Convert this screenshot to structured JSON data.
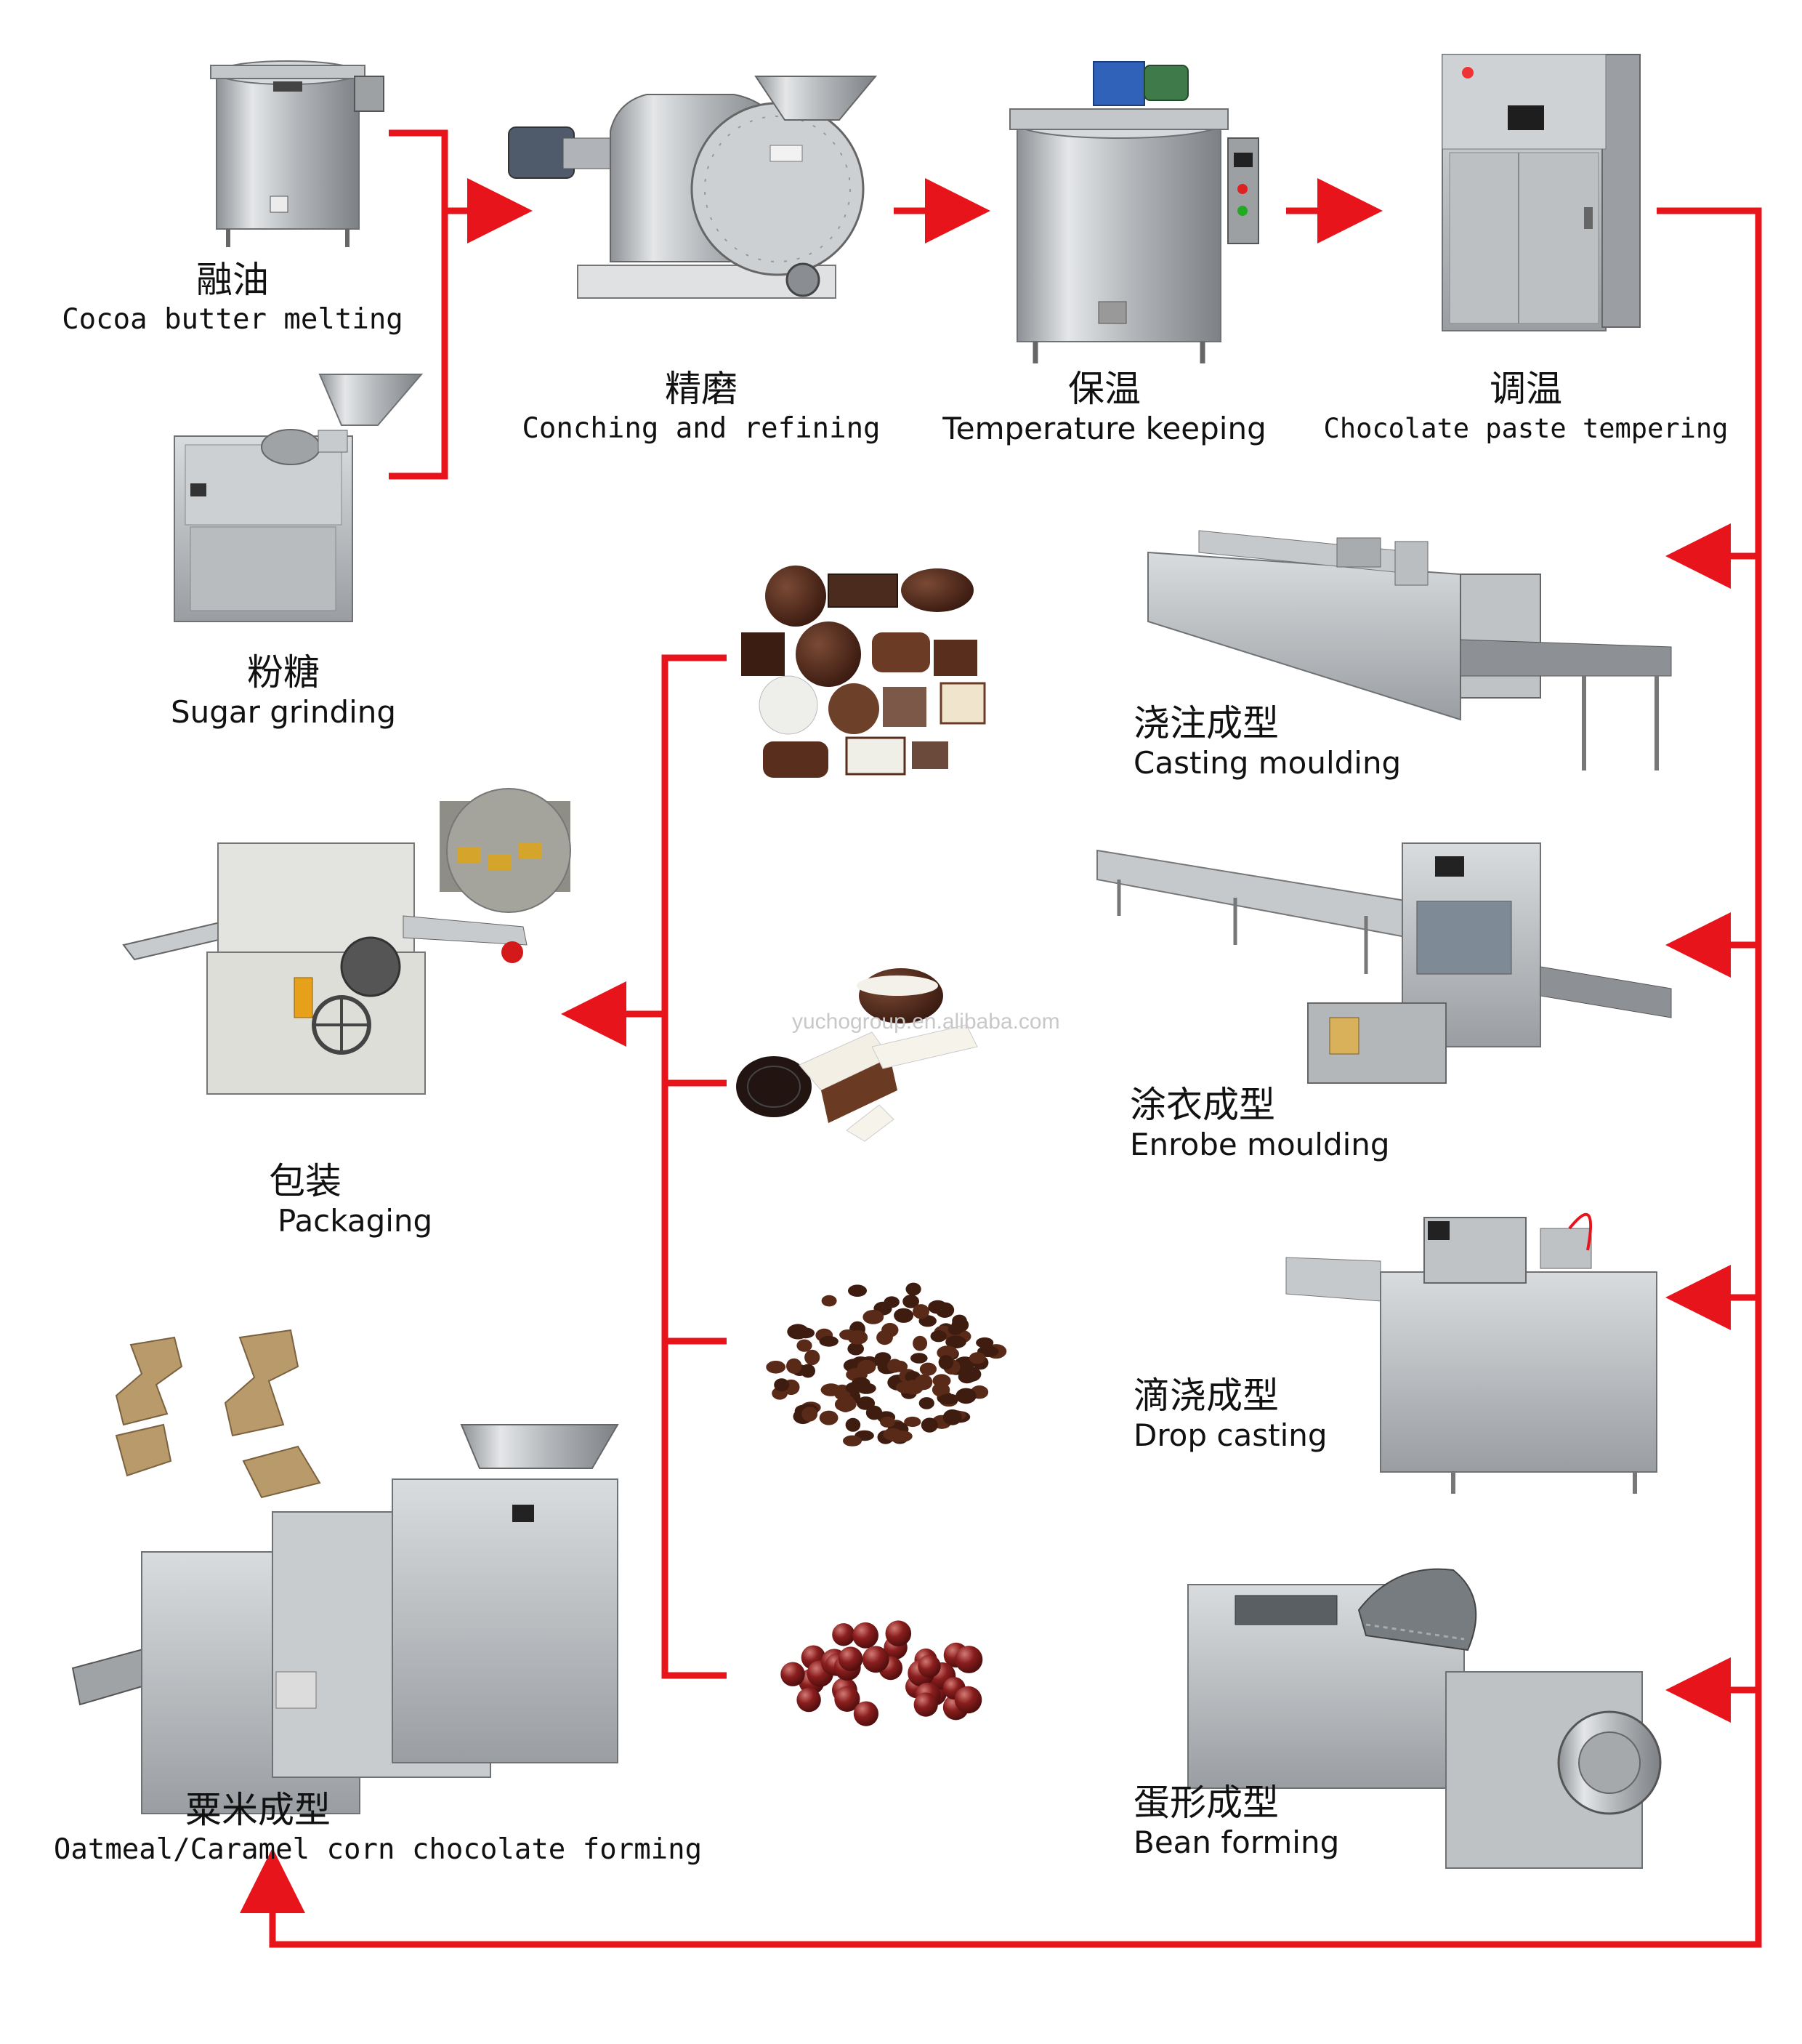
{
  "colors": {
    "arrow": "#e8141c",
    "steel": "#b9bcbf",
    "steel_dark": "#7c8084",
    "chocolate": "#4a2418",
    "bean": "#8a1e1e",
    "oat": "#b99a6a"
  },
  "watermark": "yuchogroup.en.alibaba.com",
  "steps": {
    "melting": {
      "zh": "融油",
      "en": "Cocoa butter melting"
    },
    "sugar": {
      "zh": "粉糖",
      "en": "Sugar grinding"
    },
    "conching": {
      "zh": "精磨",
      "en": "Conching and refining"
    },
    "keeping": {
      "zh": "保温",
      "en": "Temperature keeping"
    },
    "tempering": {
      "zh": "调温",
      "en": "Chocolate paste tempering"
    },
    "casting": {
      "zh": "浇注成型",
      "en": "Casting moulding"
    },
    "enrobe": {
      "zh": "涂衣成型",
      "en": "Enrobe moulding"
    },
    "drop": {
      "zh": "滴浇成型",
      "en": "Drop casting"
    },
    "bean": {
      "zh": "蛋形成型",
      "en": "Bean forming"
    },
    "packaging": {
      "zh": "包装",
      "en": "Packaging"
    },
    "oatmeal": {
      "zh": "粟米成型",
      "en": "Oatmeal/Caramel corn chocolate forming"
    }
  },
  "icons": [
    "melting-tank-icon",
    "sugar-mill-icon",
    "conche-icon",
    "holding-tank-icon",
    "tempering-machine-icon",
    "casting-line-icon",
    "enrobing-line-icon",
    "drop-casting-line-icon",
    "bean-forming-line-icon",
    "packaging-machine-icon",
    "oatmeal-forming-line-icon",
    "chocolate-assortment-icon",
    "coated-wafers-icon",
    "chocolate-chips-icon",
    "chocolate-beans-icon",
    "oat-clusters-icon",
    "wrapped-candy-icon"
  ]
}
